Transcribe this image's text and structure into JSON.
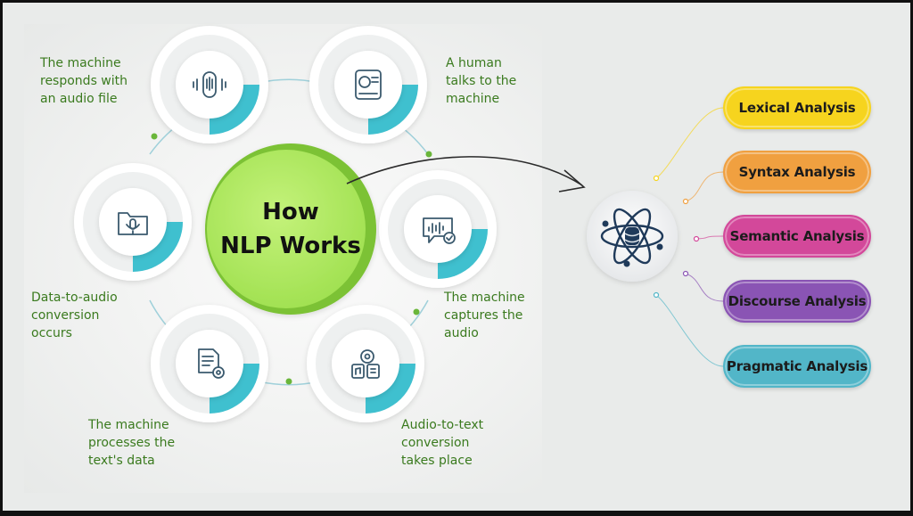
{
  "center": {
    "line1": "How",
    "line2": "NLP Works"
  },
  "steps": [
    {
      "label": "The machine\nresponds with\nan audio file",
      "icon": "speaker-icon"
    },
    {
      "label": "A human\ntalks to the\nmachine",
      "icon": "human-talk-icon"
    },
    {
      "label": "The machine\ncaptures the\naudio",
      "icon": "speech-bubble-icon"
    },
    {
      "label": "Audio-to-text\nconversion\ntakes place",
      "icon": "audio-to-text-icon"
    },
    {
      "label": "The machine\nprocesses the\ntext's data",
      "icon": "text-gear-icon"
    },
    {
      "label": "Data-to-audio\nconversion\noccurs",
      "icon": "folder-mic-icon"
    }
  ],
  "analyses": [
    {
      "label": "Lexical Analysis",
      "color": "#f6d41e"
    },
    {
      "label": "Syntax Analysis",
      "color": "#f0a040"
    },
    {
      "label": "Semantic Analysis",
      "color": "#d3489a"
    },
    {
      "label": "Discourse Analysis",
      "color": "#8a54b4"
    },
    {
      "label": "Pragmatic Analysis",
      "color": "#52b6c8"
    }
  ],
  "hub_icon": "atom-database-icon",
  "colors": {
    "accent": "#3fc0cf",
    "green": "#8fd43c",
    "label_text": "#3a7a1e"
  }
}
